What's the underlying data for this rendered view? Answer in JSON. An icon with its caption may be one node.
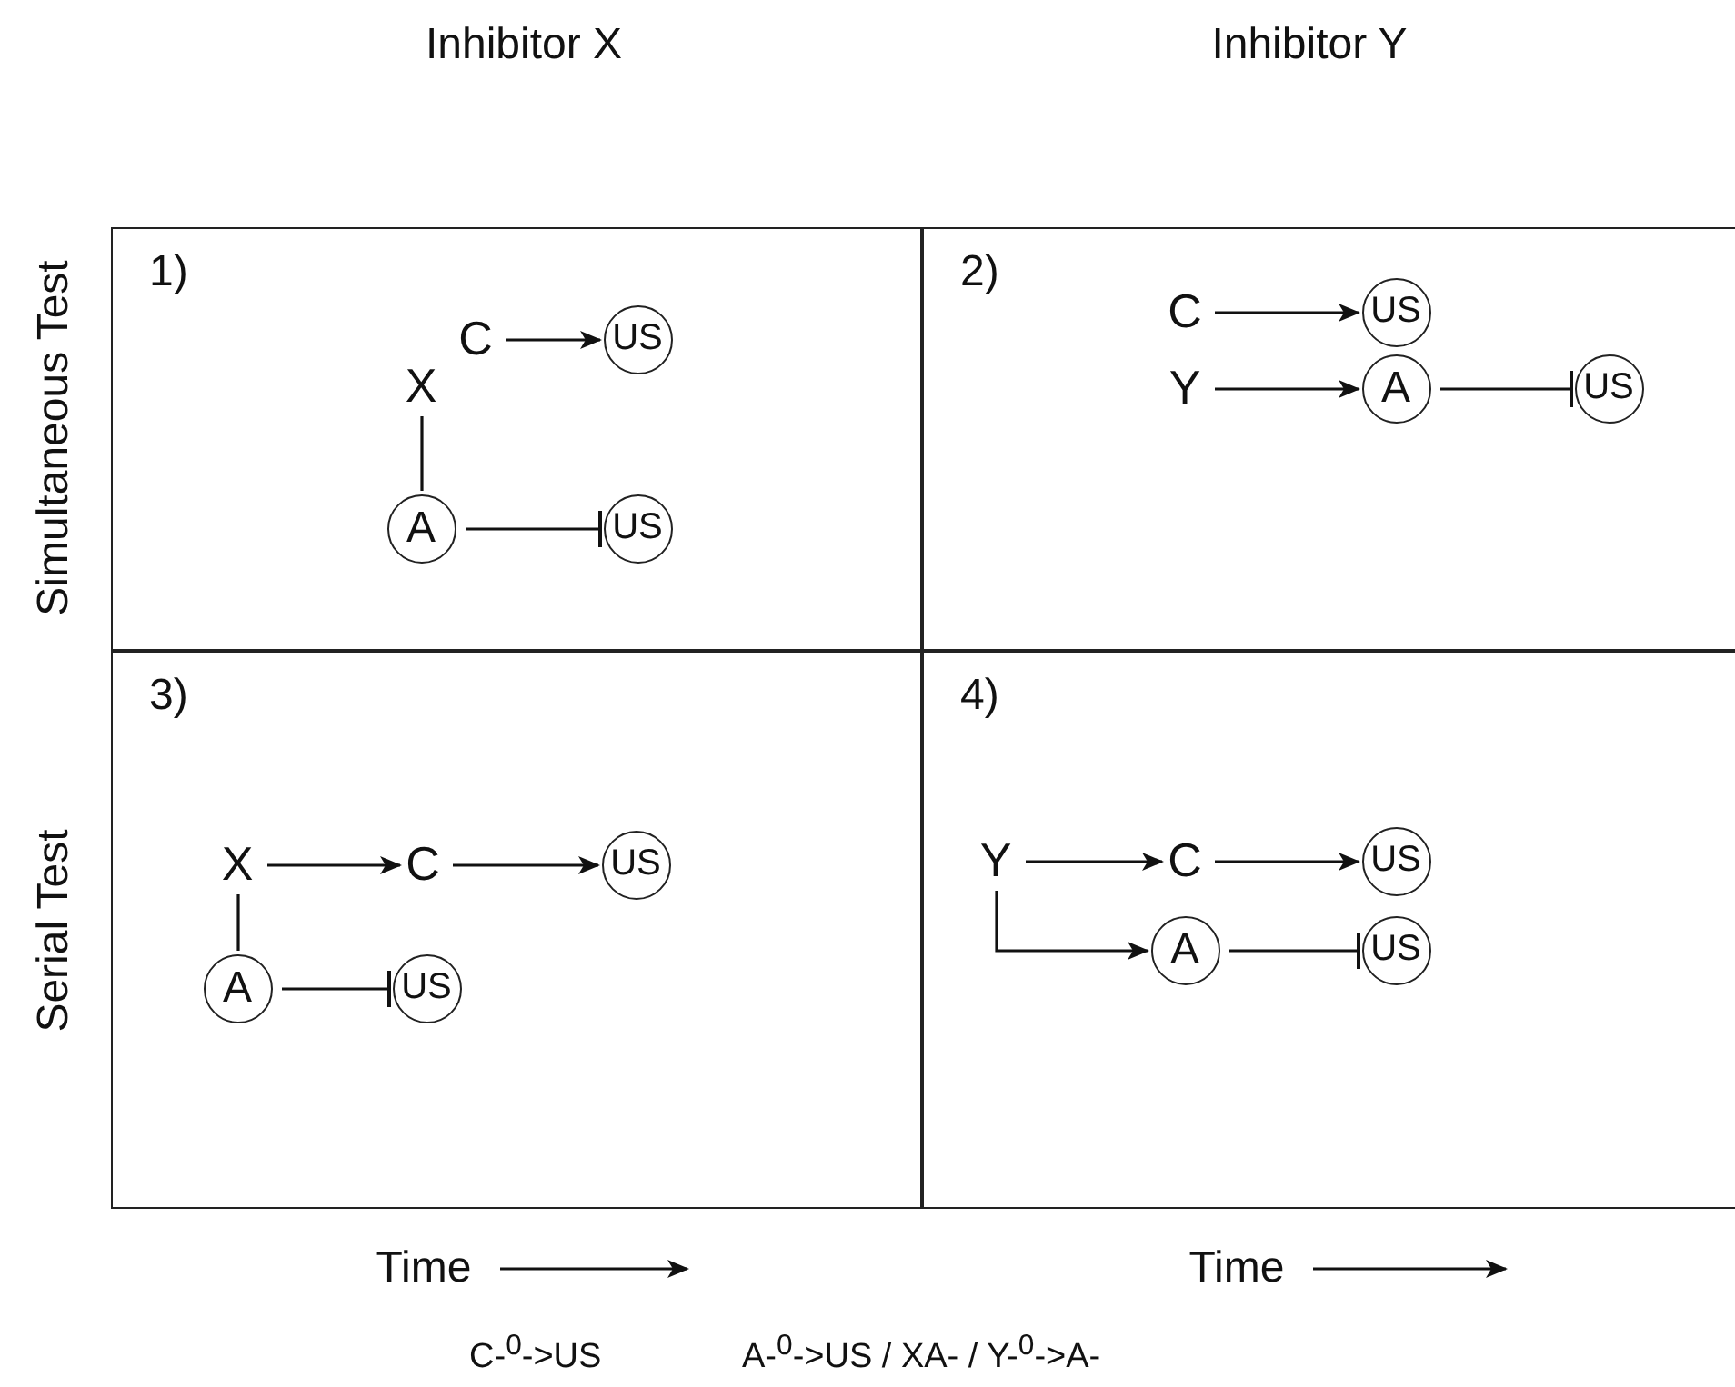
{
  "diagram": {
    "nodes": [
      {
        "text": [
          "1)"
        ]
      },
      {
        "text": [
          "2)"
        ]
      },
      {
        "text": [
          "3)"
        ]
      },
      {
        "text": [
          "4)"
        ]
      },
      {
        "text": [
          "C"
        ],
        "in": 0
      },
      {
        "text": [
          "US"
        ],
        "in": 0
      },
      {
        "text": [
          "X"
        ],
        "in": 0
      },
      {
        "text": [
          "A"
        ],
        "in": 0
      },
      {
        "text": [
          "US"
        ],
        "in": 0
      },
      {
        "text": [
          "C"
        ],
        "in": 1
      },
      {
        "text": [
          "US"
        ],
        "in": 1
      },
      {
        "text": [
          "Y"
        ],
        "in": 1
      },
      {
        "text": [
          "A"
        ],
        "in": 1
      },
      {
        "text": [
          "US"
        ],
        "in": 1
      },
      {
        "text": [
          "X"
        ],
        "in": 2
      },
      {
        "text": [
          "C"
        ],
        "in": 2
      },
      {
        "text": [
          "US"
        ],
        "in": 2
      },
      {
        "text": [
          "A"
        ],
        "in": 2
      },
      {
        "text": [
          "US"
        ],
        "in": 2
      },
      {
        "text": [
          "Y"
        ],
        "in": 3
      },
      {
        "text": [
          "C"
        ],
        "in": 3
      },
      {
        "text": [
          "US"
        ],
        "in": 3
      },
      {
        "text": [
          "A"
        ],
        "in": 3
      },
      {
        "text": [
          "US"
        ],
        "in": 3
      }
    ],
    "edges": [
      {
        "from": 4,
        "to": 5,
        "arrow": "to"
      },
      {
        "from": 6,
        "to": 7,
        "arrow": "none"
      },
      {
        "from": 7,
        "to": 8,
        "arrow": "other"
      },
      {
        "from": 9,
        "to": 10,
        "arrow": "to"
      },
      {
        "from": 11,
        "to": 12,
        "arrow": "to"
      },
      {
        "from": 12,
        "to": 13,
        "arrow": "other"
      },
      {
        "from": 14,
        "to": 15,
        "arrow": "to"
      },
      {
        "from": 15,
        "to": 16,
        "arrow": "to"
      },
      {
        "from": 14,
        "to": 17,
        "arrow": "none"
      },
      {
        "from": 17,
        "to": 18,
        "arrow": "other"
      },
      {
        "from": 19,
        "to": 20,
        "arrow": "to"
      },
      {
        "from": 20,
        "to": 21,
        "arrow": "to"
      },
      {
        "from": 19,
        "to": 22,
        "arrow": "to"
      },
      {
        "from": 22,
        "to": 23,
        "arrow": "other"
      }
    ],
    "labels": [
      "Inhibitor X",
      "Inhibitor Y",
      "Simultaneous Test",
      "Serial Test",
      "Time",
      "Time",
      "C-$^{0}$->US",
      "A-$^{0}$->US / XA- / Y-$^{0}$->A-"
    ]
  }
}
